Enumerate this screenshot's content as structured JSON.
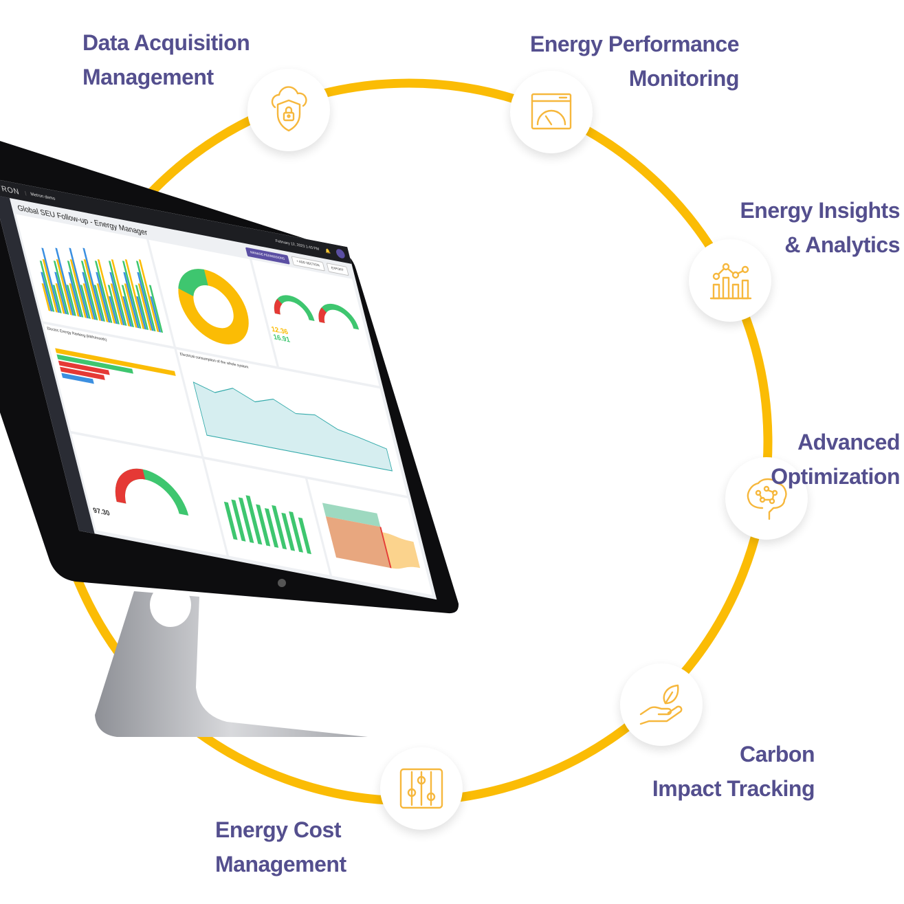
{
  "colors": {
    "ring": "#fbbc05",
    "label": "#544f8e",
    "icon": "#f6b73c"
  },
  "features": [
    {
      "icon": "cloud-shield-lock-icon",
      "lines": [
        "Data Acquisition",
        "Management"
      ]
    },
    {
      "icon": "speedometer-window-icon",
      "lines": [
        "Energy Performance",
        "Monitoring"
      ]
    },
    {
      "icon": "bar-line-chart-icon",
      "lines": [
        "Energy Insights",
        "& Analytics"
      ]
    },
    {
      "icon": "brain-network-icon",
      "lines": [
        "Advanced",
        "Optimization"
      ]
    },
    {
      "icon": "hand-leaf-icon",
      "lines": [
        "Carbon",
        "Impact Tracking"
      ]
    },
    {
      "icon": "sliders-icon",
      "lines": [
        "Energy Cost",
        "Management"
      ]
    }
  ],
  "dashboard": {
    "brand": "TRON",
    "environment": "Metron demo",
    "date": "February 12, 2023 1:43 PM",
    "title": "Global SEU Follow-up - Energy Manager",
    "buttons": {
      "manage": "MANAGE PERMISSIONS",
      "add": "+ ADD SECTION",
      "export": "EXPORT"
    },
    "panels": {
      "ranking": "Electric Energy Ranking (kWh/month)",
      "consumption": "Electrical consumption of the whole system",
      "kpi1": "12.36",
      "kpi2": "16.91",
      "gauge": "97.30"
    }
  }
}
